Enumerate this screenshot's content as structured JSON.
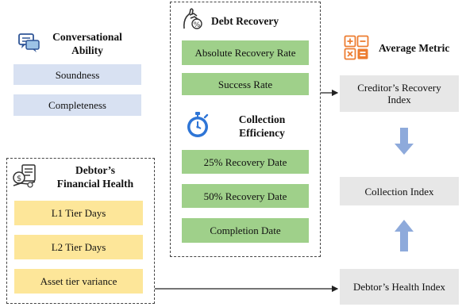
{
  "conversational": {
    "title_line1": "Conversational",
    "title_line2": "Ability",
    "icon": "chat-bubbles-icon",
    "items": [
      "Soundness",
      "Completeness"
    ]
  },
  "debtor_health": {
    "title_line1": "Debtor’s",
    "title_line2": "Financial Health",
    "icon": "finance-icon",
    "items": [
      "L1 Tier Days",
      "L2 Tier Days",
      "Asset tier variance"
    ]
  },
  "debt_recovery": {
    "title": "Debt Recovery",
    "icon": "money-hand-icon",
    "items": [
      "Absolute Recovery Rate",
      "Success Rate"
    ]
  },
  "collection_efficiency": {
    "title_line1": "Collection",
    "title_line2": "Efficiency",
    "icon": "stopwatch-icon",
    "items": [
      "25% Recovery Date",
      "50% Recovery Date",
      "Completion Date"
    ]
  },
  "average_metric": {
    "title": "Average Metric",
    "icon": "calculator-icon",
    "creditor_line1": "Creditor’s Recovery",
    "creditor_line2": "Index",
    "collection_index": "Collection Index",
    "debtor_index": "Debtor’s Health Index"
  },
  "colors": {
    "blue_box": "#d8e1f2",
    "green_box": "#9fd08a",
    "yellow_box": "#fde699",
    "grey_box": "#e7e7e7",
    "arrow_blue": "#8eaadb",
    "icon_orange": "#ed7d31",
    "icon_blue": "#2e75d6"
  }
}
